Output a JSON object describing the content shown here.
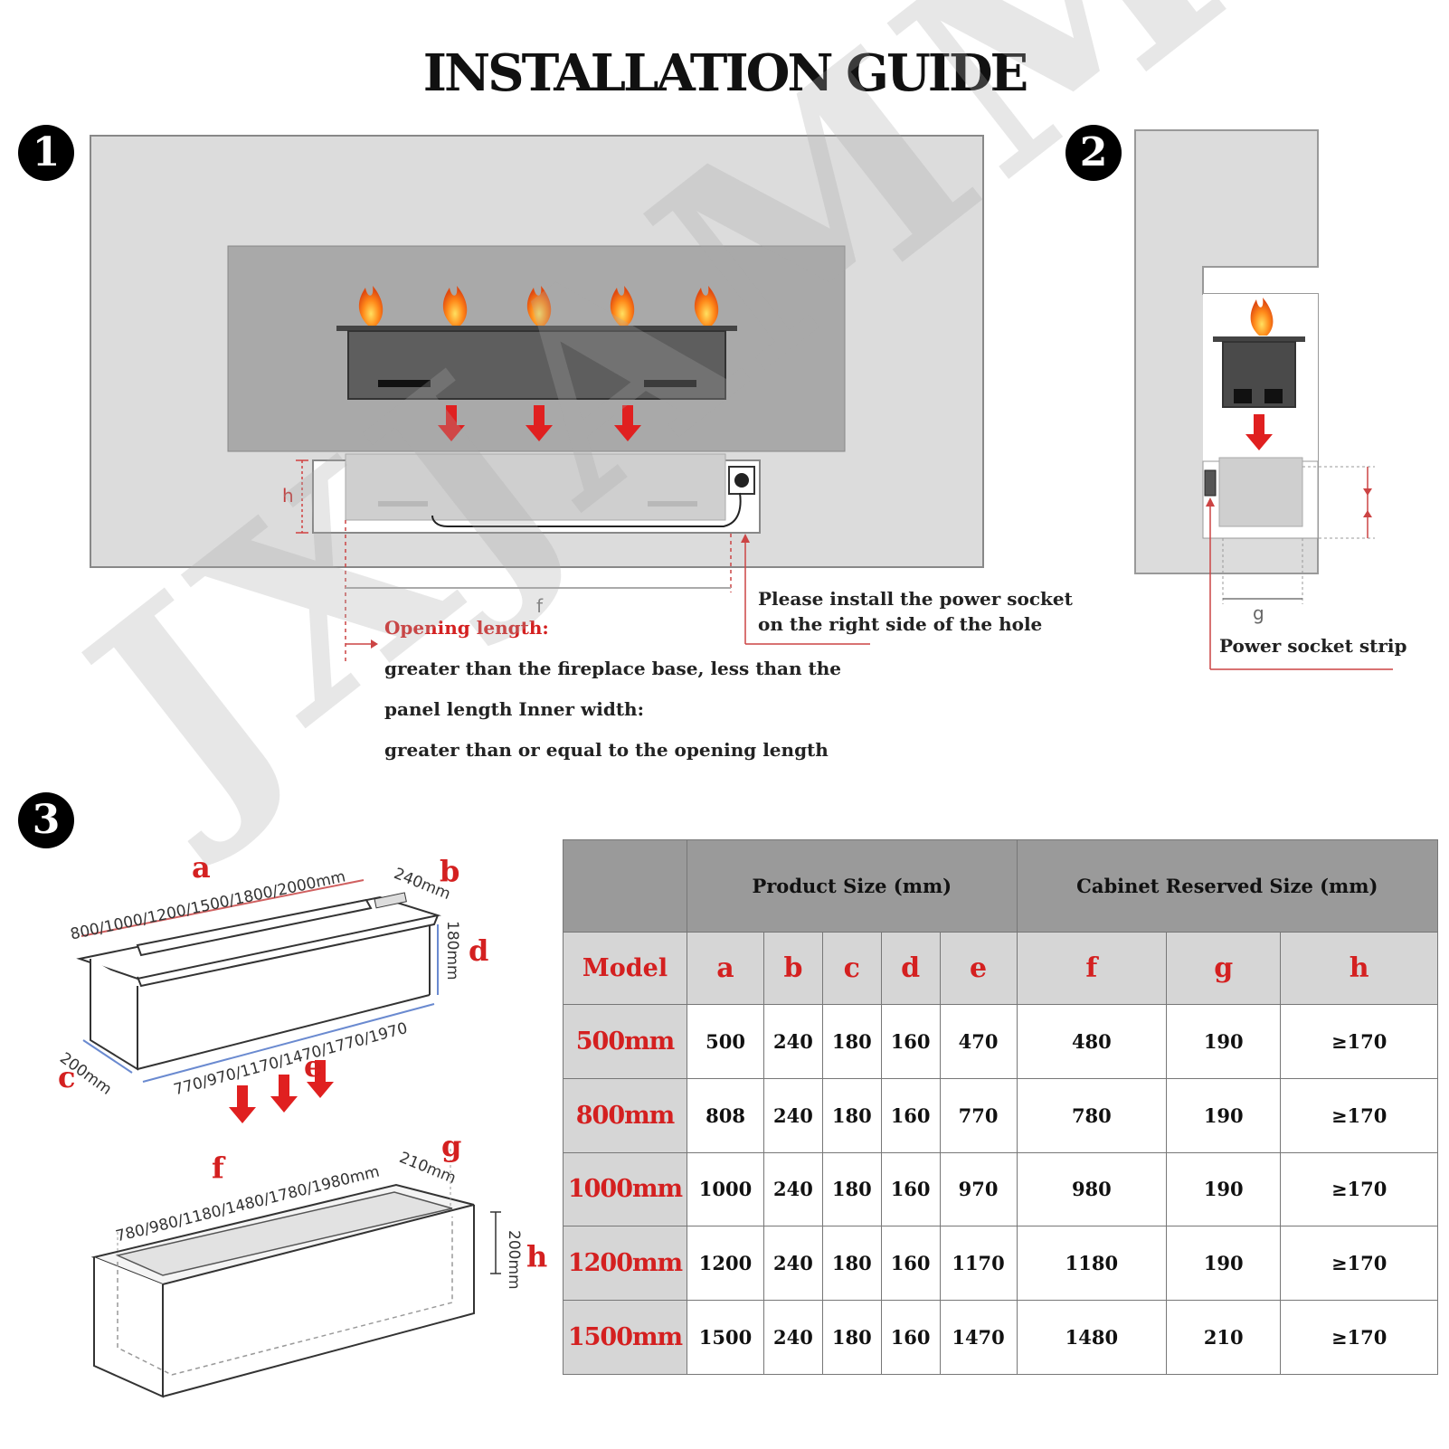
{
  "title": "INSTALLATION GUIDE",
  "steps": [
    "1",
    "2",
    "3"
  ],
  "watermark": "JXJAMM",
  "diagram1": {
    "dim_h": "h",
    "dim_f": "f",
    "socket_note_line1": "Please install the power socket",
    "socket_note_line2": "on the right side of the hole",
    "opening_heading": "Opening length:",
    "opening_line1": "greater than the fireplace base, less than the",
    "opening_line2": "panel length Inner width:",
    "opening_line3": "greater than or equal to the opening length"
  },
  "diagram2": {
    "dim_g": "g",
    "strip_label": "Power socket strip"
  },
  "diagram3": {
    "letters": {
      "a": "a",
      "b": "b",
      "c": "c",
      "d": "d",
      "e": "e",
      "f": "f",
      "g": "g",
      "h": "h"
    },
    "dim_a": "800/1000/1200/1500/1800/2000mm",
    "dim_b": "240mm",
    "dim_c": "200mm",
    "dim_d": "180mm",
    "dim_e": "770/970/1170/1470/1770/1970",
    "dim_f": "780/980/1180/1480/1780/1980mm",
    "dim_g": "210mm",
    "dim_h": "200mm"
  },
  "table": {
    "group_headers": [
      "Product Size (mm)",
      "Cabinet Reserved Size (mm)"
    ],
    "columns": [
      "Model",
      "a",
      "b",
      "c",
      "d",
      "e",
      "f",
      "g",
      "h"
    ],
    "rows": [
      [
        "500mm",
        "500",
        "240",
        "180",
        "160",
        "470",
        "480",
        "190",
        "≥170"
      ],
      [
        "800mm",
        "808",
        "240",
        "180",
        "160",
        "770",
        "780",
        "190",
        "≥170"
      ],
      [
        "1000mm",
        "1000",
        "240",
        "180",
        "160",
        "970",
        "980",
        "190",
        "≥170"
      ],
      [
        "1200mm",
        "1200",
        "240",
        "180",
        "160",
        "1170",
        "1180",
        "190",
        "≥170"
      ],
      [
        "1500mm",
        "1500",
        "240",
        "180",
        "160",
        "1470",
        "1480",
        "210",
        "≥170"
      ]
    ]
  },
  "colors": {
    "accent_red": "#d42020",
    "panel_gray": "#dcdcdc",
    "table_header_gray": "#9a9a9a"
  }
}
